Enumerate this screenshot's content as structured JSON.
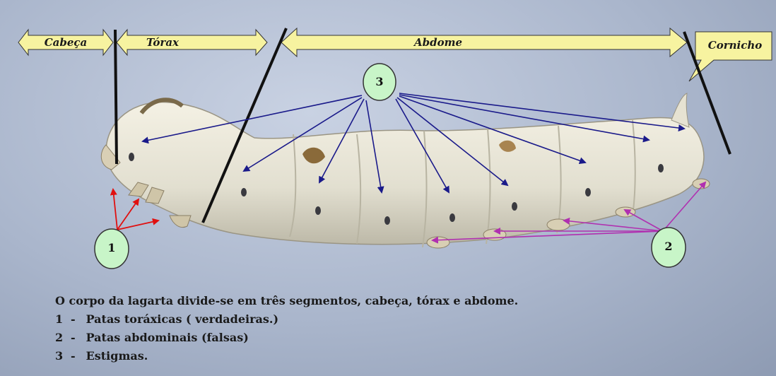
{
  "segments": {
    "head": "Cabeça",
    "thorax": "Tórax",
    "abdomen": "Abdome",
    "horn": "Cornicho"
  },
  "markers": {
    "thoracic_legs": "1",
    "abdominal_legs": "2",
    "spiracles": "3"
  },
  "legend": {
    "intro": "O corpo da lagarta divide-se em três segmentos, cabeça, tórax e abdome.",
    "items": [
      {
        "num": "1",
        "text": "Patas toráxicas ( verdadeiras.)"
      },
      {
        "num": "2",
        "text": "Patas abdominais (falsas)"
      },
      {
        "num": "3",
        "text": "Estigmas."
      }
    ]
  },
  "colors": {
    "label_fill": "#f7f3a0",
    "marker_fill": "#c8f5c8",
    "spiracle_arrow": "#1a1a8a",
    "thoracic_arrow": "#e01010",
    "abdominal_arrow": "#b030b0"
  }
}
